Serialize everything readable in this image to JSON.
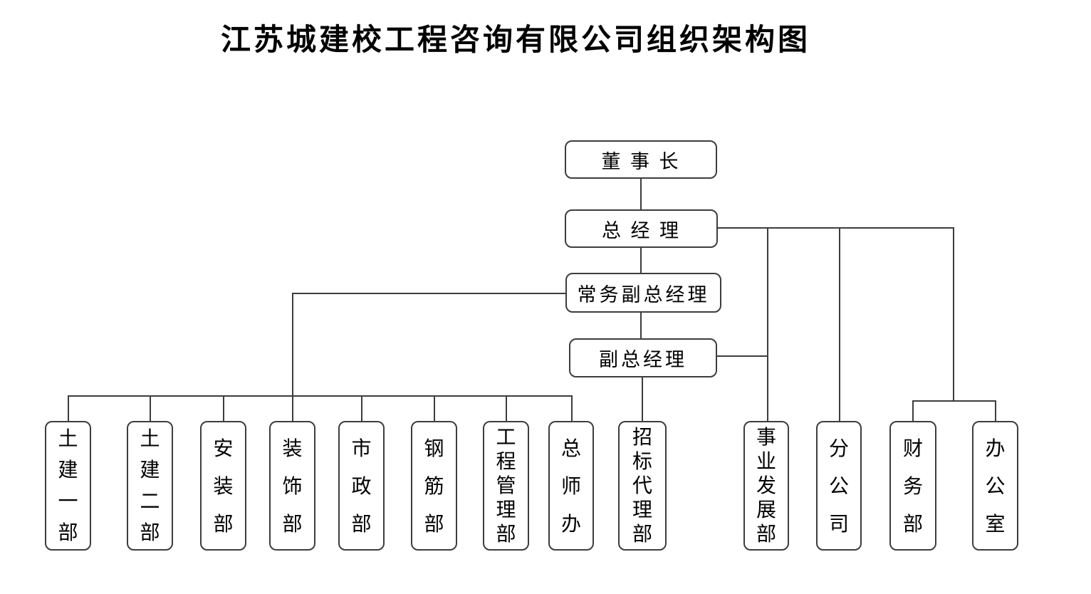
{
  "title": "江苏城建校工程咨询有限公司组织架构图",
  "nodes": {
    "chairman": "董 事 长",
    "general_manager": "总 经 理",
    "executive_deputy_general_manager": "常务副总经理",
    "deputy_general_manager": "副总经理"
  },
  "departments": [
    "土建一部",
    "土建二部",
    "安装部",
    "装饰部",
    "市政部",
    "钢筋部",
    "工程管理部",
    "总师办",
    "招标代理部",
    "事业发展部",
    "分公司",
    "财务部",
    "办公室"
  ],
  "hierarchy": {
    "董事长": [
      "总经理"
    ],
    "总经理": [
      "常务副总经理",
      "事业发展部",
      "分公司",
      "财务部",
      "办公室"
    ],
    "常务副总经理": [
      "副总经理",
      "土建一部",
      "土建二部",
      "安装部",
      "装饰部",
      "市政部",
      "钢筋部",
      "工程管理部",
      "总师办"
    ],
    "副总经理": [
      "招标代理部",
      "事业发展部"
    ]
  },
  "colors": {
    "line": "#3d3d3d",
    "text": "#000000",
    "background": "#ffffff"
  }
}
